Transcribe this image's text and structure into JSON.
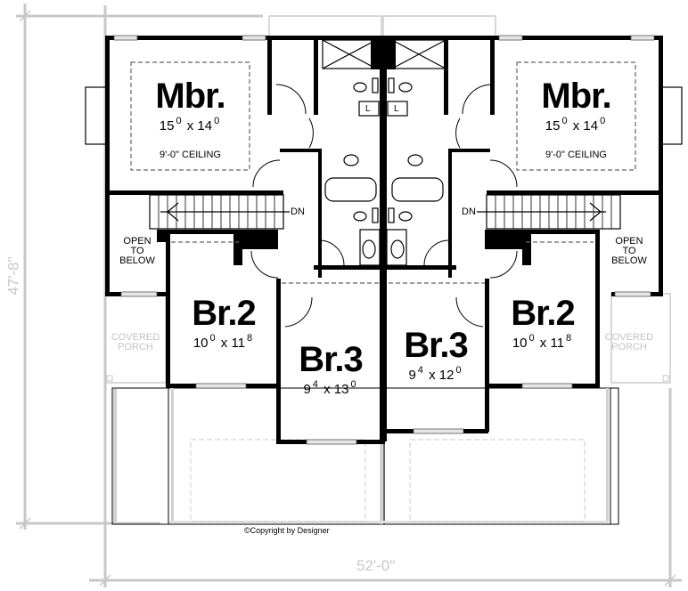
{
  "plan": {
    "overall_width": "52'-0\"",
    "overall_depth": "47'-8\"",
    "copyright": "©Copyright by Designer",
    "colors": {
      "wall": "#000000",
      "dimension": "#c8c8c8",
      "porch_text": "#c4c4c4"
    }
  },
  "rooms": {
    "mbr_left": {
      "name": "Mbr.",
      "w": "15",
      "w_sup": "0",
      "d": "14",
      "d_sup": "0",
      "note": "9'-0\" CEILING"
    },
    "mbr_right": {
      "name": "Mbr.",
      "w": "15",
      "w_sup": "0",
      "d": "14",
      "d_sup": "0",
      "note": "9'-0\" CEILING"
    },
    "br2_left": {
      "name": "Br.2",
      "w": "10",
      "w_sup": "0",
      "d": "11",
      "d_sup": "8"
    },
    "br2_right": {
      "name": "Br.2",
      "w": "10",
      "w_sup": "0",
      "d": "11",
      "d_sup": "8"
    },
    "br3_left": {
      "name": "Br.3",
      "w": "9",
      "w_sup": "4",
      "d": "13",
      "d_sup": "0"
    },
    "br3_right": {
      "name": "Br.3",
      "w": "9",
      "w_sup": "4",
      "d": "12",
      "d_sup": "0"
    }
  },
  "labels": {
    "open_to_below_left": [
      "OPEN",
      "TO",
      "BELOW"
    ],
    "open_to_below_right": [
      "OPEN",
      "TO",
      "BELOW"
    ],
    "covered_porch_left": [
      "COVERED",
      "PORCH"
    ],
    "covered_porch_right": [
      "COVERED",
      "PORCH"
    ],
    "stair_left": "DN",
    "stair_right": "DN",
    "laundry_left": "L",
    "laundry_right": "L"
  }
}
